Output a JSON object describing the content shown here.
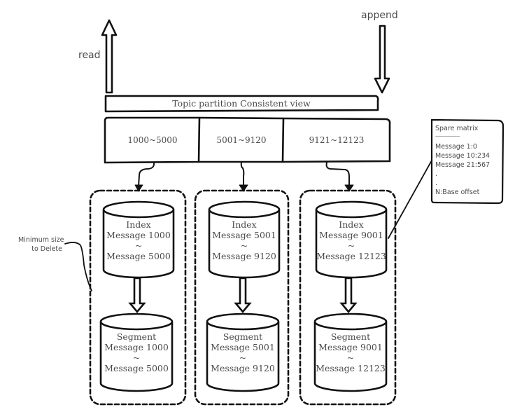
{
  "labels": {
    "read": "read",
    "append": "append",
    "topic_view": "Topic partition Consistent view",
    "min_size_line1": "Minimum size",
    "min_size_line2": "to Delete"
  },
  "ranges": [
    {
      "label": "1000~5000"
    },
    {
      "label": "5001~9120"
    },
    {
      "label": "9121~12123"
    }
  ],
  "groups": [
    {
      "index": {
        "title": "Index",
        "from": "Message 1000",
        "sep": "~",
        "to": "Message 5000"
      },
      "segment": {
        "title": "Segment",
        "from": "Message 1000",
        "sep": "~",
        "to": "Message 5000"
      }
    },
    {
      "index": {
        "title": "Index",
        "from": "Message 5001",
        "sep": "~",
        "to": "Message 9120"
      },
      "segment": {
        "title": "Segment",
        "from": "Message 5001",
        "sep": "~",
        "to": "Message 9120"
      }
    },
    {
      "index": {
        "title": "Index",
        "from": "Message 9001",
        "sep": "~",
        "to": "Message 12123"
      },
      "segment": {
        "title": "Segment",
        "from": "Message 9001",
        "sep": "~",
        "to": "Message 12123"
      }
    }
  ],
  "sparse_note": {
    "title": "Spare matrix",
    "divider": "---------------------",
    "lines": [
      "Message 1:0",
      "Message 10:234",
      "Message 21:567",
      ".",
      ".",
      "N:Base offset"
    ]
  }
}
